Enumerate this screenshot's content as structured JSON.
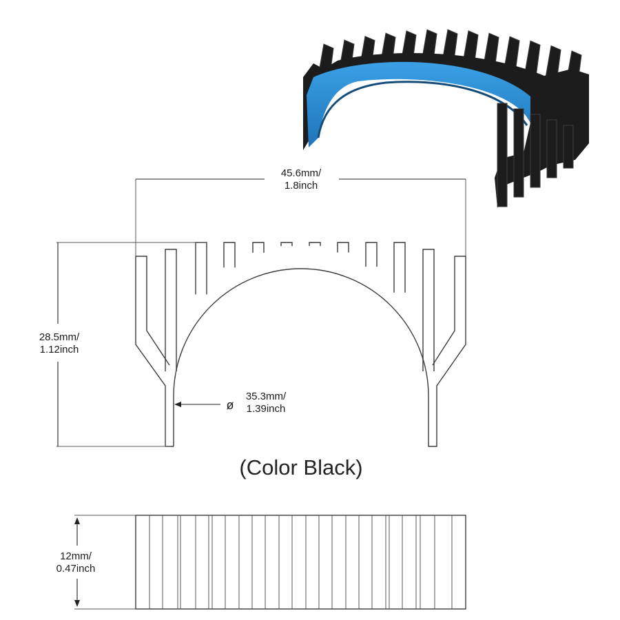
{
  "diagram": {
    "width_dimension": {
      "line1": "45.6mm/",
      "line2": "1.8inch"
    },
    "height_dimension": {
      "line1": "28.5mm/",
      "line2": "1.12inch"
    },
    "diameter_dimension": {
      "symbol": "ø",
      "line1": "35.3mm/",
      "line2": "1.39inch"
    },
    "depth_dimension": {
      "line1": "12mm/",
      "line2": "0.47inch"
    },
    "caption": "(Color Black)"
  },
  "product_photo": {
    "body_color": "#1c1c1c",
    "fin_highlight_color": "#3b3b3b",
    "thermal_pad_color": "#2e8ed6"
  }
}
